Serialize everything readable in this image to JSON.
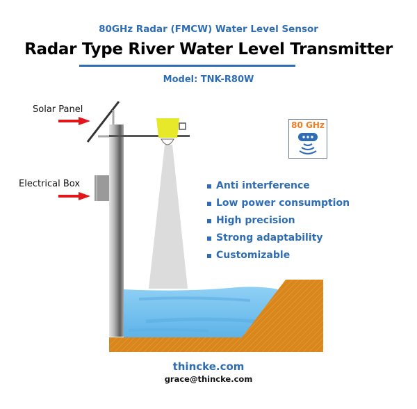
{
  "header": {
    "subtitle": "80GHz Radar (FMCW) Water Level Sensor",
    "title": "Radar Type River Water Level Transmitter",
    "model": "Model: TNK-R80W"
  },
  "diagram": {
    "labels": {
      "solar_panel": "Solar Panel",
      "electrical_box": "Electrical Box"
    },
    "badge": {
      "text": "80 GHz",
      "icon": "radar-sensor-wave-icon"
    },
    "colors": {
      "accent_blue": "#2e6db4",
      "badge_orange": "#ef7d22",
      "sensor_yellow": "#e8e82a",
      "water_blue": "#7cc4f0",
      "soil_orange": "#d9861c",
      "arrow_red": "#e0161b",
      "pole_gray": "#9a9a9a"
    }
  },
  "features": [
    "Anti interference",
    "Low power consumption",
    "High precision",
    "Strong adaptability",
    "Customizable"
  ],
  "footer": {
    "website": "thincke.com",
    "email": "grace@thincke.com"
  }
}
